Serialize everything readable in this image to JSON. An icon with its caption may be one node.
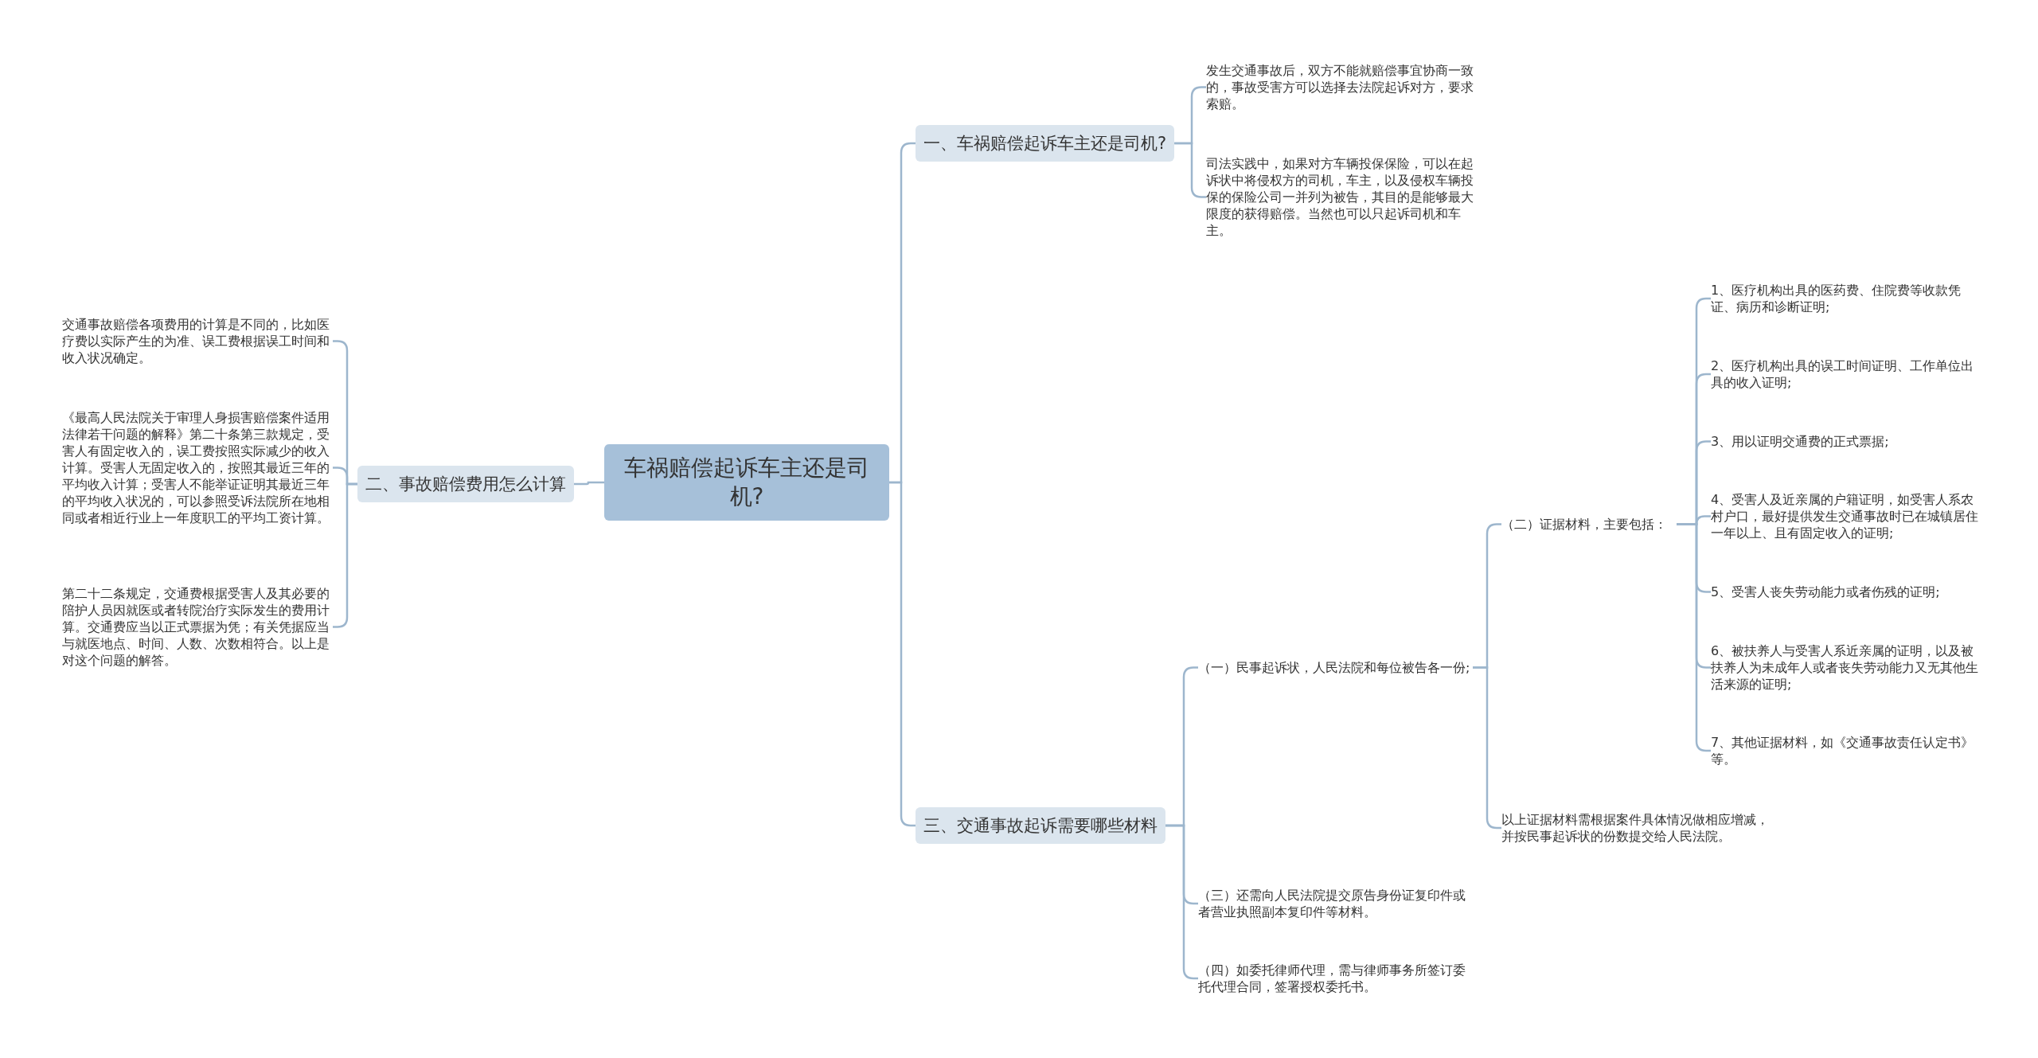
{
  "diagram": {
    "nodes": [
      {
        "text": [
          "车祸赔偿起诉车主还是司机?"
        ]
      },
      {
        "text": [
          "一、车祸赔偿起诉车主还是司机?"
        ]
      },
      {
        "text": [
          "发生交通事故后，双方不能就赔偿事宜协商一致的，事故受害方可以选择去法院起诉对方，要求索赔。"
        ]
      },
      {
        "text": [
          "司法实践中，如果对方车辆投保保险，可以在起诉状中将侵权方的司机，车主，以及侵权车辆投保的保险公司一并列为被告，其目的是能够最大限度的获得赔偿。当然也可以只起诉司机和车主。"
        ]
      },
      {
        "text": [
          "二、事故赔偿费用怎么计算"
        ]
      },
      {
        "text": [
          "交通事故赔偿各项费用的计算是不同的，比如医疗费以实际产生的为准、误工费根据误工时间和收入状况确定。"
        ]
      },
      {
        "text": [
          "《最高人民法院关于审理人身损害赔偿案件适用法律若干问题的解释》第二十条第三款规定，受害人有固定收入的，误工费按照实际减少的收入计算。受害人无固定收入的，按照其最近三年的平均收入计算；受害人不能举证证明其最近三年的平均收入状况的，可以参照受诉法院所在地相同或者相近行业上一年度职工的平均工资计算。"
        ]
      },
      {
        "text": [
          "第二十二条规定，交通费根据受害人及其必要的陪护人员因就医或者转院治疗实际发生的费用计算。交通费应当以正式票据为凭；有关凭据应当与就医地点、时间、人数、次数相符合。以上是对这个问题的解答。"
        ]
      },
      {
        "text": [
          "三、交通事故起诉需要哪些材料"
        ]
      },
      {
        "text": [
          "（一）民事起诉状，人民法院和每位被告各一份;"
        ]
      },
      {
        "text": [
          "（二）证据材料，主要包括："
        ]
      },
      {
        "text": [
          "1、医疗机构出具的医药费、住院费等收款凭证、病历和诊断证明;"
        ]
      },
      {
        "text": [
          "2、医疗机构出具的误工时间证明、工作单位出具的收入证明;"
        ]
      },
      {
        "text": [
          "3、用以证明交通费的正式票据;"
        ]
      },
      {
        "text": [
          "4、受害人及近亲属的户籍证明，如受害人系农村户口，最好提供发生交通事故时已在城镇居住一年以上、且有固定收入的证明;"
        ]
      },
      {
        "text": [
          "5、受害人丧失劳动能力或者伤残的证明;"
        ]
      },
      {
        "text": [
          "6、被扶养人与受害人系近亲属的证明，以及被扶养人为未成年人或者丧失劳动能力又无其他生活来源的证明;"
        ]
      },
      {
        "text": [
          "7、其他证据材料，如《交通事故责任认定书》等。"
        ]
      },
      {
        "text": [
          "以上证据材料需根据案件具体情况做相应增减，并按民事起诉状的份数提交给人民法院。"
        ]
      },
      {
        "text": [
          "（三）还需向人民法院提交原告身份证复印件或者营业执照副本复印件等材料。"
        ]
      },
      {
        "text": [
          "（四）如委托律师代理，需与律师事务所签订委托代理合同，签署授权委托书。"
        ]
      }
    ],
    "edges": [
      {
        "from": 0,
        "to": 1,
        "arrow": "none"
      },
      {
        "from": 1,
        "to": 2,
        "arrow": "none"
      },
      {
        "from": 1,
        "to": 3,
        "arrow": "none"
      },
      {
        "from": 0,
        "to": 4,
        "arrow": "none"
      },
      {
        "from": 4,
        "to": 5,
        "arrow": "none"
      },
      {
        "from": 4,
        "to": 6,
        "arrow": "none"
      },
      {
        "from": 4,
        "to": 7,
        "arrow": "none"
      },
      {
        "from": 0,
        "to": 8,
        "arrow": "none"
      },
      {
        "from": 8,
        "to": 9,
        "arrow": "none"
      },
      {
        "from": 9,
        "to": 10,
        "arrow": "none"
      },
      {
        "from": 10,
        "to": 11,
        "arrow": "none"
      },
      {
        "from": 10,
        "to": 12,
        "arrow": "none"
      },
      {
        "from": 10,
        "to": 13,
        "arrow": "none"
      },
      {
        "from": 10,
        "to": 14,
        "arrow": "none"
      },
      {
        "from": 10,
        "to": 15,
        "arrow": "none"
      },
      {
        "from": 10,
        "to": 16,
        "arrow": "none"
      },
      {
        "from": 10,
        "to": 17,
        "arrow": "none"
      },
      {
        "from": 9,
        "to": 18,
        "arrow": "none"
      },
      {
        "from": 8,
        "to": 19,
        "arrow": "none"
      },
      {
        "from": 8,
        "to": 20,
        "arrow": "none"
      }
    ]
  }
}
